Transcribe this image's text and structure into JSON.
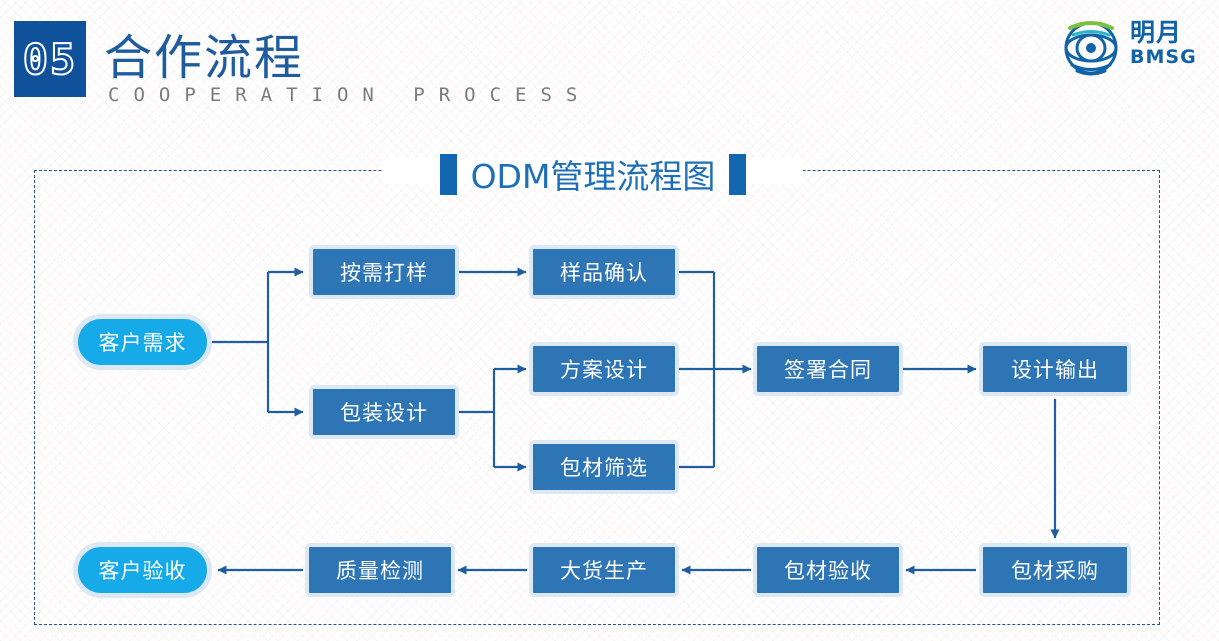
{
  "header": {
    "badge_number": "05",
    "title_cn": "合作流程",
    "title_en": "COOPERATION PROCESS"
  },
  "logo": {
    "name_cn": "明月",
    "name_en": "BMSG",
    "mark": "eye-globe-icon",
    "color_blue": "#1163A8",
    "color_green": "#7CC242"
  },
  "diagram": {
    "title": "ODM管理流程图",
    "colors": {
      "box_fill": "#2E75B6",
      "box_border": "#DCE8F4",
      "pill_fill": "#17AAE8",
      "line": "#1F5FA0",
      "panel_border": "#27538C",
      "title_text": "#1F6FB8",
      "accent_bar": "#1267B0"
    },
    "nodes": [
      {
        "id": "customer-demand",
        "label": "客户需求",
        "shape": "pill"
      },
      {
        "id": "sampling",
        "label": "按需打样",
        "shape": "rect"
      },
      {
        "id": "sample-confirm",
        "label": "样品确认",
        "shape": "rect"
      },
      {
        "id": "package-design",
        "label": "包装设计",
        "shape": "rect"
      },
      {
        "id": "plan-design",
        "label": "方案设计",
        "shape": "rect"
      },
      {
        "id": "material-select",
        "label": "包材筛选",
        "shape": "rect"
      },
      {
        "id": "sign-contract",
        "label": "签署合同",
        "shape": "rect"
      },
      {
        "id": "design-output",
        "label": "设计输出",
        "shape": "rect"
      },
      {
        "id": "material-purchase",
        "label": "包材采购",
        "shape": "rect"
      },
      {
        "id": "material-accept",
        "label": "包材验收",
        "shape": "rect"
      },
      {
        "id": "mass-production",
        "label": "大货生产",
        "shape": "rect"
      },
      {
        "id": "quality-check",
        "label": "质量检测",
        "shape": "rect"
      },
      {
        "id": "customer-accept",
        "label": "客户验收",
        "shape": "pill"
      }
    ]
  }
}
